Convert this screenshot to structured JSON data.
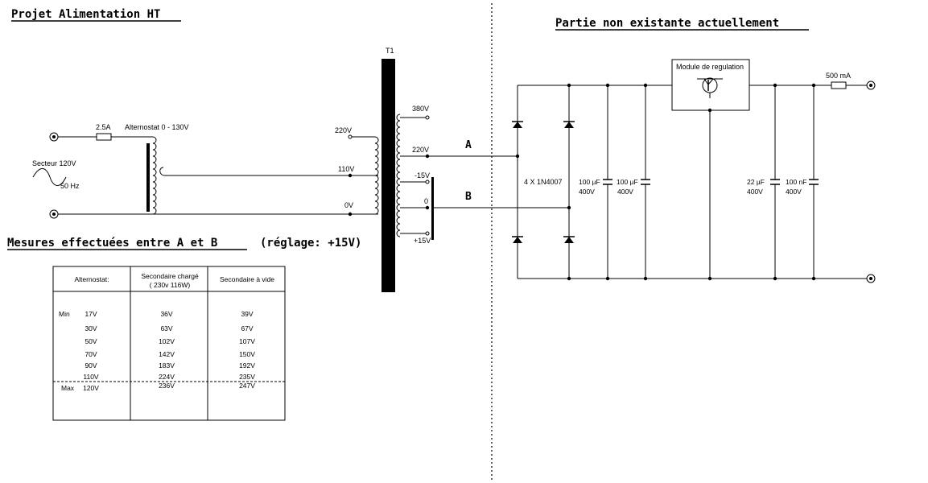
{
  "titles": {
    "left": "Projet Alimentation HT",
    "right": "Partie non existante actuellement",
    "measures": "Mesures effectuées entre A et B",
    "measures_setting": "(réglage: +15V)"
  },
  "labels": {
    "fuse1": "2.5A",
    "variac": "Alternostat 0 - 130V",
    "mains1": "Secteur 120V",
    "mains2": "50 Hz",
    "t1": "T1",
    "p220": "220V",
    "p110": "110V",
    "p0": "0V",
    "s380": "380V",
    "s220": "220V",
    "sm15": "-15V",
    "s0": "0",
    "sp15": "+15V",
    "node_a": "A",
    "node_b": "B",
    "diodes": "4 X 1N4007",
    "c1_val": "100 µF",
    "c1_v": "400V",
    "c2_val": "100 µF",
    "c2_v": "400V",
    "reg": "Module de regulation",
    "c3_val": "22 µF",
    "c3_v": "400V",
    "c4_val": "100 nF",
    "c4_v": "400V",
    "fuse2": "500 mA"
  },
  "table": {
    "headers": [
      "Alternostat:",
      "Secondaire  chargé",
      "( 230v 116W)",
      "Secondaire à vide"
    ],
    "min_label": "Min",
    "max_label": "Max",
    "rows": [
      [
        "17V",
        "36V",
        "39V"
      ],
      [
        "30V",
        "63V",
        "67V"
      ],
      [
        "50V",
        "102V",
        "107V"
      ],
      [
        "70V",
        "142V",
        "150V"
      ],
      [
        "90V",
        "183V",
        "192V"
      ],
      [
        "110V",
        "224V",
        "235V"
      ],
      [
        "120V",
        "236V",
        "247V"
      ]
    ]
  }
}
